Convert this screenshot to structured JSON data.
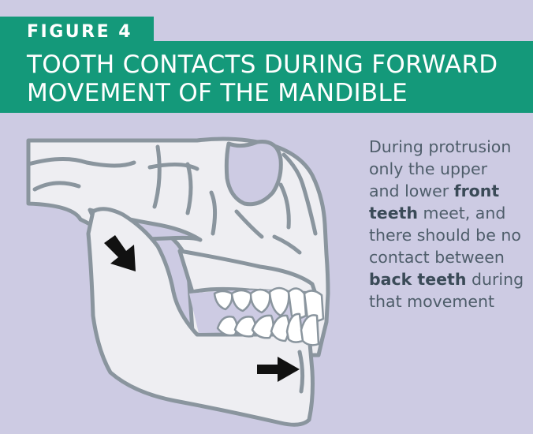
{
  "figure": {
    "label": "FIGURE 4",
    "title_line1": "TOOTH CONTACTS DURING FORWARD",
    "title_line2": "MOVEMENT OF THE MANDIBLE"
  },
  "caption": {
    "line1": "During protrusion",
    "line2": "only the upper",
    "line3_a": "and lower ",
    "line3_b": "front",
    "line4_a": "teeth",
    "line4_b": " meet, and",
    "line5": "there should be no",
    "line6": "contact between",
    "line7_a": "back teeth",
    "line7_b": " during",
    "line8": "that movement"
  },
  "colors": {
    "background": "#cdcbe3",
    "header": "#14997a",
    "bone_fill": "#eeeef2",
    "bone_outline": "#8a959e",
    "arrow": "#111111",
    "caption_text": "#4e5d6a"
  },
  "icons": [
    "skull-illustration",
    "arrow-icon"
  ]
}
